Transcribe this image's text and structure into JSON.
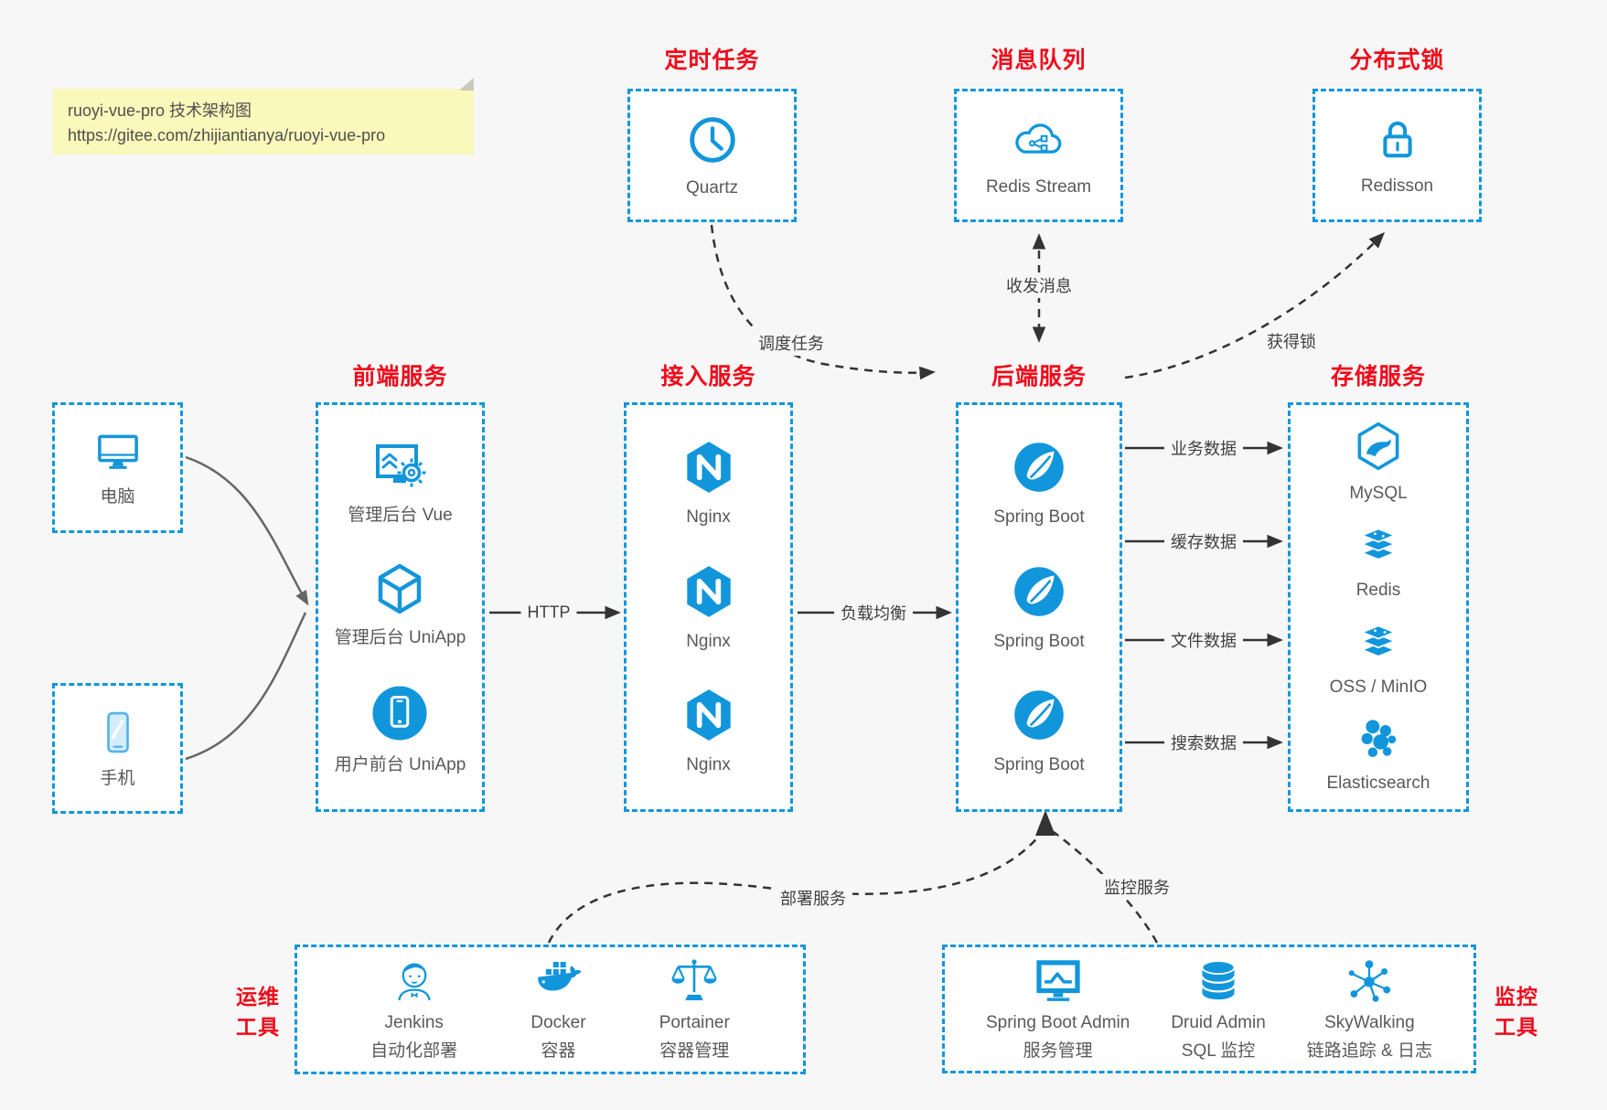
{
  "note": {
    "line1": "ruoyi-vue-pro 技术架构图",
    "line2": "https://gitee.com/zhijiantianya/ruoyi-vue-pro"
  },
  "top_groups": [
    {
      "title": "定时任务",
      "icon": "clock-icon",
      "label": "Quartz"
    },
    {
      "title": "消息队列",
      "icon": "cloud-stream-icon",
      "label": "Redis Stream"
    },
    {
      "title": "分布式锁",
      "icon": "lock-icon",
      "label": "Redisson"
    }
  ],
  "clients": [
    {
      "icon": "desktop-icon",
      "label": "电脑"
    },
    {
      "icon": "phone-icon",
      "label": "手机"
    }
  ],
  "columns": {
    "frontend": {
      "title": "前端服务",
      "items": [
        {
          "icon": "admin-vue-icon",
          "label": "管理后台 Vue"
        },
        {
          "icon": "uniapp-cube-icon",
          "label": "管理后台 UniApp"
        },
        {
          "icon": "user-app-icon",
          "label": "用户前台 UniApp"
        }
      ]
    },
    "access": {
      "title": "接入服务",
      "items": [
        {
          "icon": "nginx-icon",
          "label": "Nginx"
        },
        {
          "icon": "nginx-icon",
          "label": "Nginx"
        },
        {
          "icon": "nginx-icon",
          "label": "Nginx"
        }
      ]
    },
    "backend": {
      "title": "后端服务",
      "items": [
        {
          "icon": "springboot-icon",
          "label": "Spring Boot"
        },
        {
          "icon": "springboot-icon",
          "label": "Spring Boot"
        },
        {
          "icon": "springboot-icon",
          "label": "Spring Boot"
        }
      ]
    },
    "storage": {
      "title": "存储服务",
      "items": [
        {
          "icon": "mysql-icon",
          "label": "MySQL"
        },
        {
          "icon": "redis-stack-icon",
          "label": "Redis"
        },
        {
          "icon": "storage-stack-icon",
          "label": "OSS / MinIO"
        },
        {
          "icon": "elasticsearch-icon",
          "label": "Elasticsearch"
        }
      ]
    }
  },
  "bottom_groups": {
    "ops": {
      "side_title_line1": "运维",
      "side_title_line2": "工具",
      "items": [
        {
          "icon": "jenkins-icon",
          "name": "Jenkins",
          "subtitle": "自动化部署"
        },
        {
          "icon": "docker-icon",
          "name": "Docker",
          "subtitle": "容器"
        },
        {
          "icon": "portainer-icon",
          "name": "Portainer",
          "subtitle": "容器管理"
        }
      ]
    },
    "monitor": {
      "side_title_line1": "监控",
      "side_title_line2": "工具",
      "items": [
        {
          "icon": "springboot-admin-icon",
          "name": "Spring Boot Admin",
          "subtitle": "服务管理"
        },
        {
          "icon": "druid-icon",
          "name": "Druid Admin",
          "subtitle": "SQL 监控"
        },
        {
          "icon": "skywalking-icon",
          "name": "SkyWalking",
          "subtitle": "链路追踪 & 日志"
        }
      ]
    }
  },
  "edge_labels": {
    "http": "HTTP",
    "load_balance": "负载均衡",
    "schedule_task": "调度任务",
    "send_receive_message": "收发消息",
    "acquire_lock": "获得锁",
    "business_data": "业务数据",
    "cache_data": "缓存数据",
    "file_data": "文件数据",
    "search_data": "搜索数据",
    "deploy_service": "部署服务",
    "monitor_service": "监控服务"
  },
  "colors": {
    "accent": "#1296db",
    "group_title_red": "#ef0b1b",
    "label_text": "#595959",
    "arrow": "#333333",
    "client_arrow": "#666666",
    "note_bg": "#fbf8bb",
    "page_bg": "#f7f7f7",
    "box_bg": "#ffffff"
  }
}
